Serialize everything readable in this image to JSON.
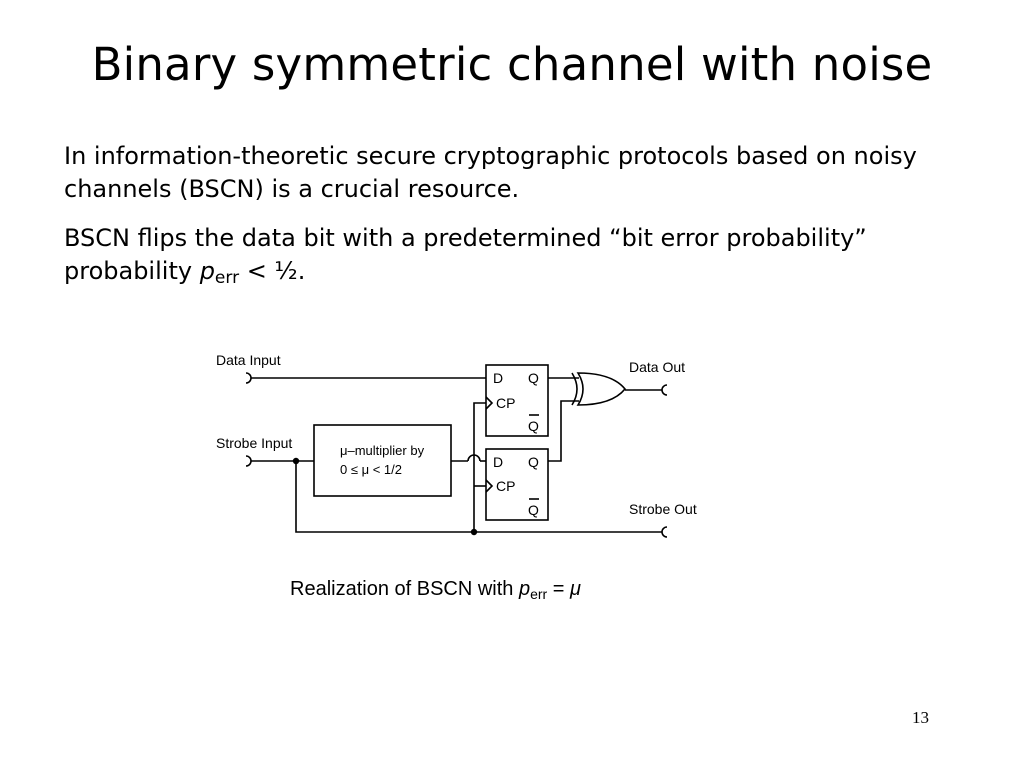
{
  "slide": {
    "title": "Binary symmetric channel with noise",
    "page_number": "13"
  },
  "bullets": [
    {
      "text": "In information-theoretic secure cryptographic protocols based on noisy channels (BSCN) is a crucial resource."
    },
    {
      "before": "BSCN flips the data bit with a predetermined “bit error probability” probability ",
      "symbol": "p",
      "subscript": "err",
      "after": " < ½."
    }
  ],
  "diagram": {
    "data_input": "Data Input",
    "strobe_input": "Strobe Input",
    "data_out": "Data Out",
    "strobe_out": "Strobe Out",
    "multiplier_line1": "μ–multiplier by",
    "multiplier_line2": "0 ≤ μ < 1/2",
    "ff_d": "D",
    "ff_q": "Q",
    "ff_cp": "CP",
    "ff_qbar": "Q"
  },
  "caption": {
    "before": "Realization of BSCN with ",
    "symbol": "p",
    "subscript": "err",
    "middle": " = ",
    "symbol2": "μ"
  }
}
